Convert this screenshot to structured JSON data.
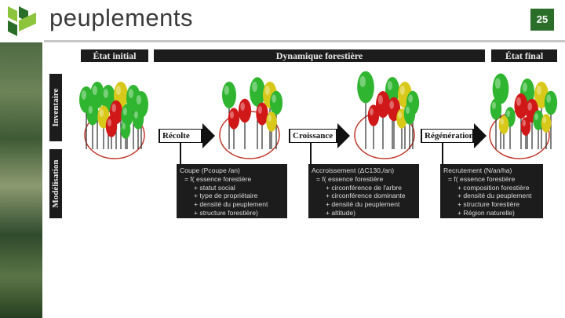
{
  "header": {
    "title": "peuplements",
    "page_number": "25"
  },
  "diagram": {
    "headers": {
      "initial": "État initial",
      "dynamics": "Dynamique forestière",
      "final": "État final"
    },
    "side_labels": {
      "inventory": "Inventaire",
      "modeling": "Modélisation"
    },
    "steps": [
      {
        "label": "Récolte",
        "title": "Coupe (Pcoupe /an)",
        "formula": "= f( essence forestière",
        "terms": [
          "+ statut social",
          "+ type de propriétaire",
          "+ densité du peuplement",
          "+ structure forestière)"
        ]
      },
      {
        "label": "Croissance",
        "title": "Accroissement (ΔC130,/an)",
        "formula": "= f( essence forestière",
        "terms": [
          "+ circonférence de l'arbre",
          "+ circonférence dominante",
          "+ densité du peuplement",
          "+ altitude)"
        ]
      },
      {
        "label": "Régénération",
        "title": "Recrutement (N/an/ha)",
        "formula": "= f( essence forestière",
        "terms": [
          "+ composition forestière",
          "+ densité du peuplement",
          "+ structure forestière",
          "+ Région naturelle)"
        ]
      }
    ],
    "colors": {
      "accent": "#2a6e2a",
      "panel": "#1c1c1c",
      "ellipse": "#c0392b",
      "tree_green": "#2fb52f",
      "tree_red": "#d01818",
      "tree_yellow": "#d8c81a"
    }
  }
}
